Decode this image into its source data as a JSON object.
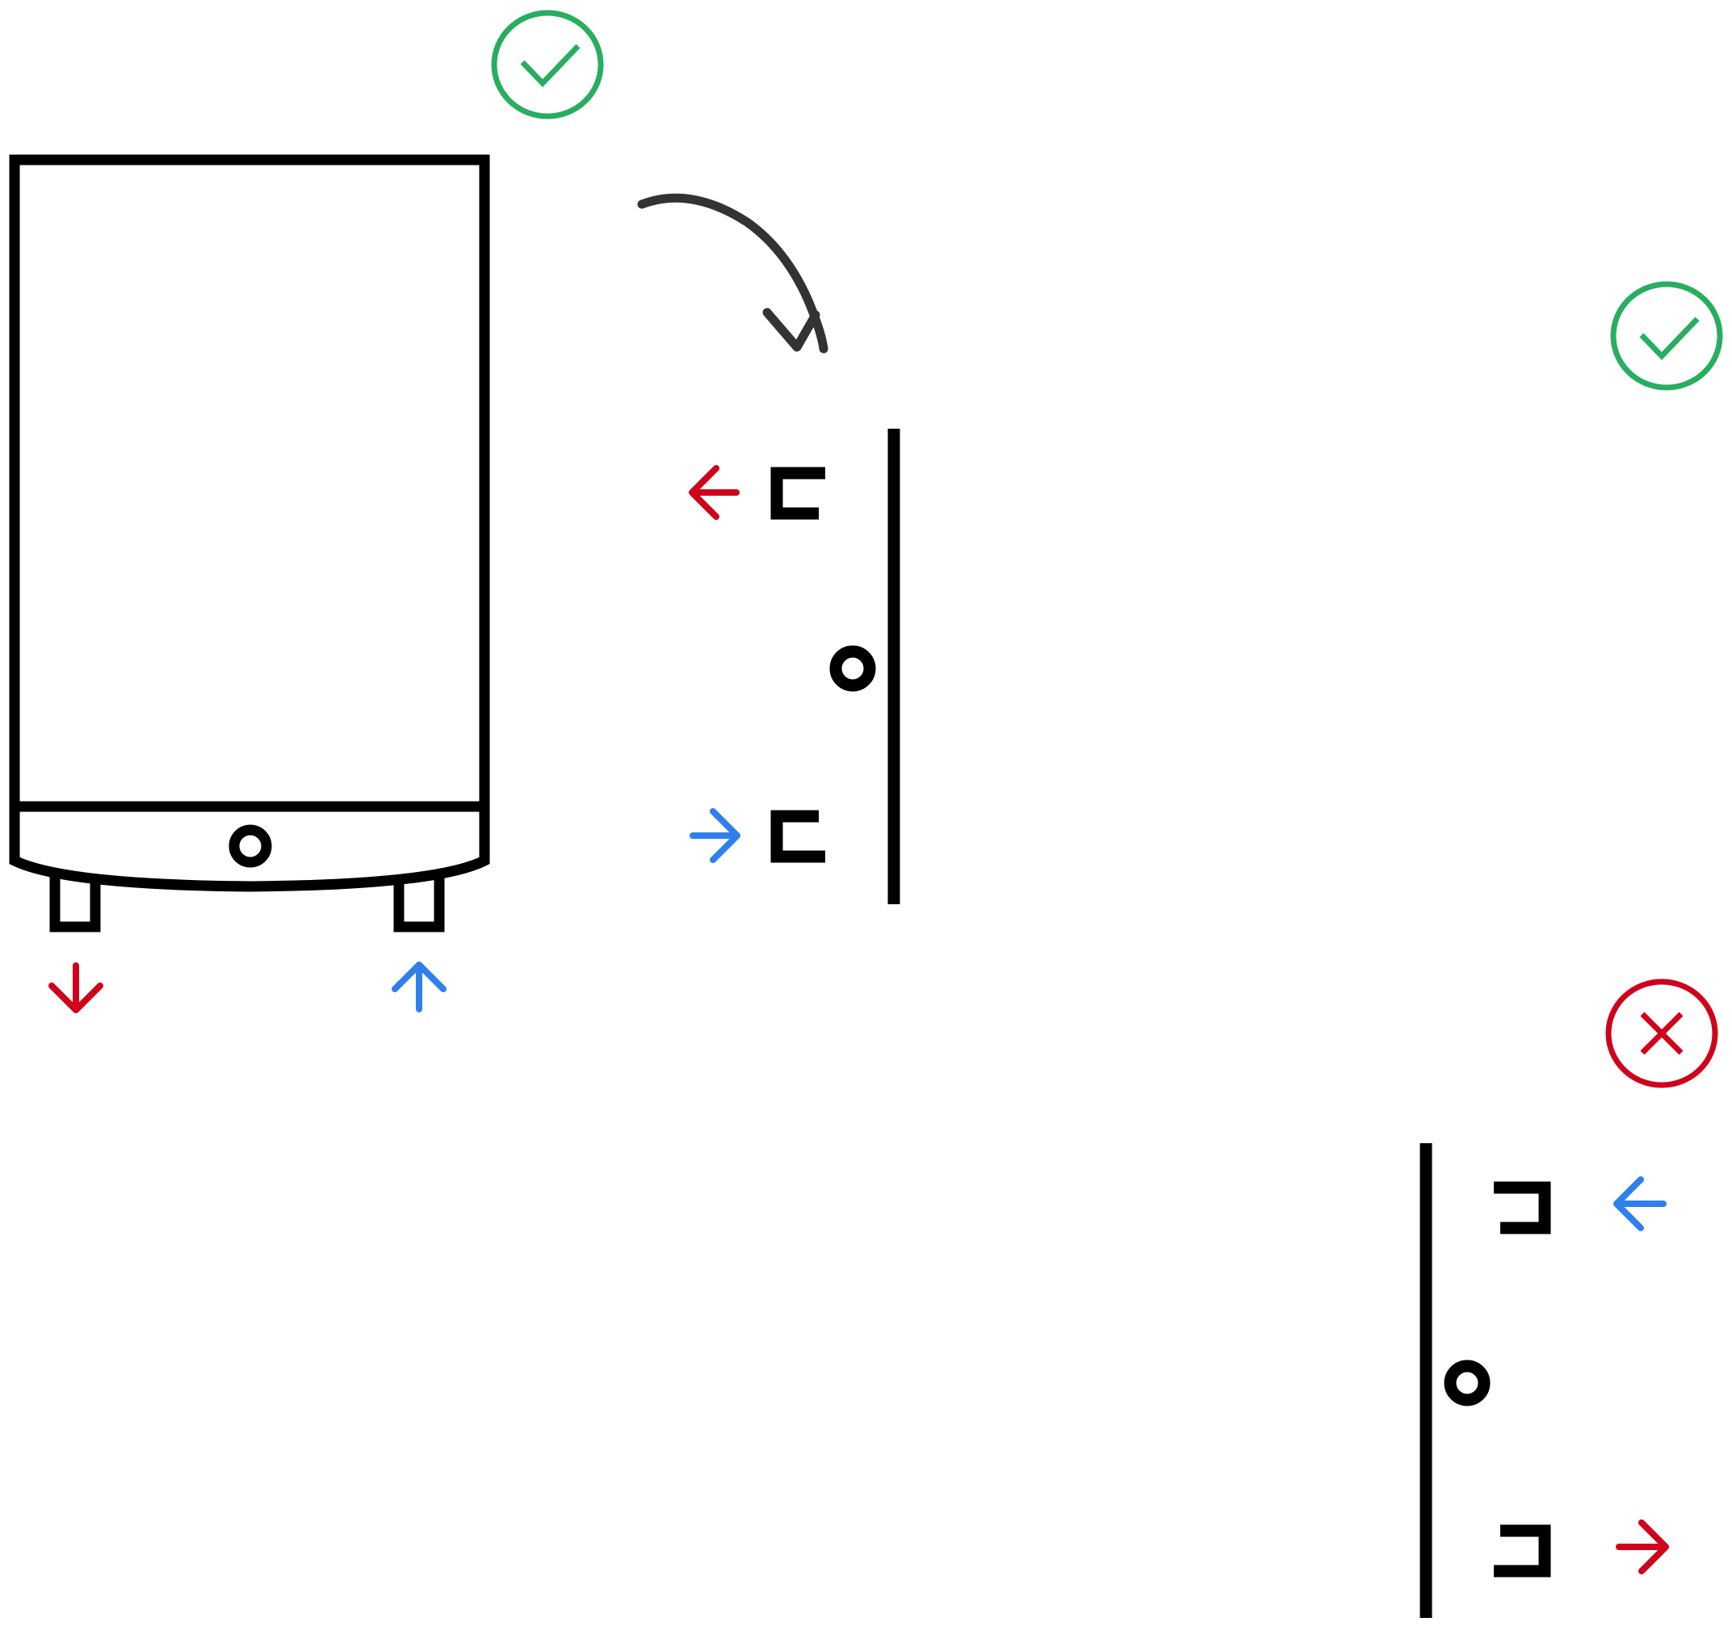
{
  "colors": {
    "outline": "#000000",
    "rotate_arrow": "#333333",
    "ok": "#27ae60",
    "bad": "#d0021b",
    "hot_outflow": "#d0021b",
    "cold_inflow": "#2f80ed",
    "background": "#ffffff"
  },
  "diagram": {
    "front_view": {
      "status": "correct",
      "status_icon": "check-circle-icon",
      "left_pipe_flow": "out-hot",
      "right_pipe_flow": "in-cold"
    },
    "rotation": {
      "icon": "curved-arrow-icon",
      "direction": "clockwise"
    },
    "side_view_correct": {
      "status": "correct",
      "status_icon": "check-circle-icon",
      "top_pipe_flow": "out-hot",
      "bottom_pipe_flow": "in-cold"
    },
    "side_view_incorrect": {
      "status": "incorrect",
      "status_icon": "cross-circle-icon",
      "top_pipe_flow": "in-cold",
      "bottom_pipe_flow": "out-hot"
    }
  }
}
